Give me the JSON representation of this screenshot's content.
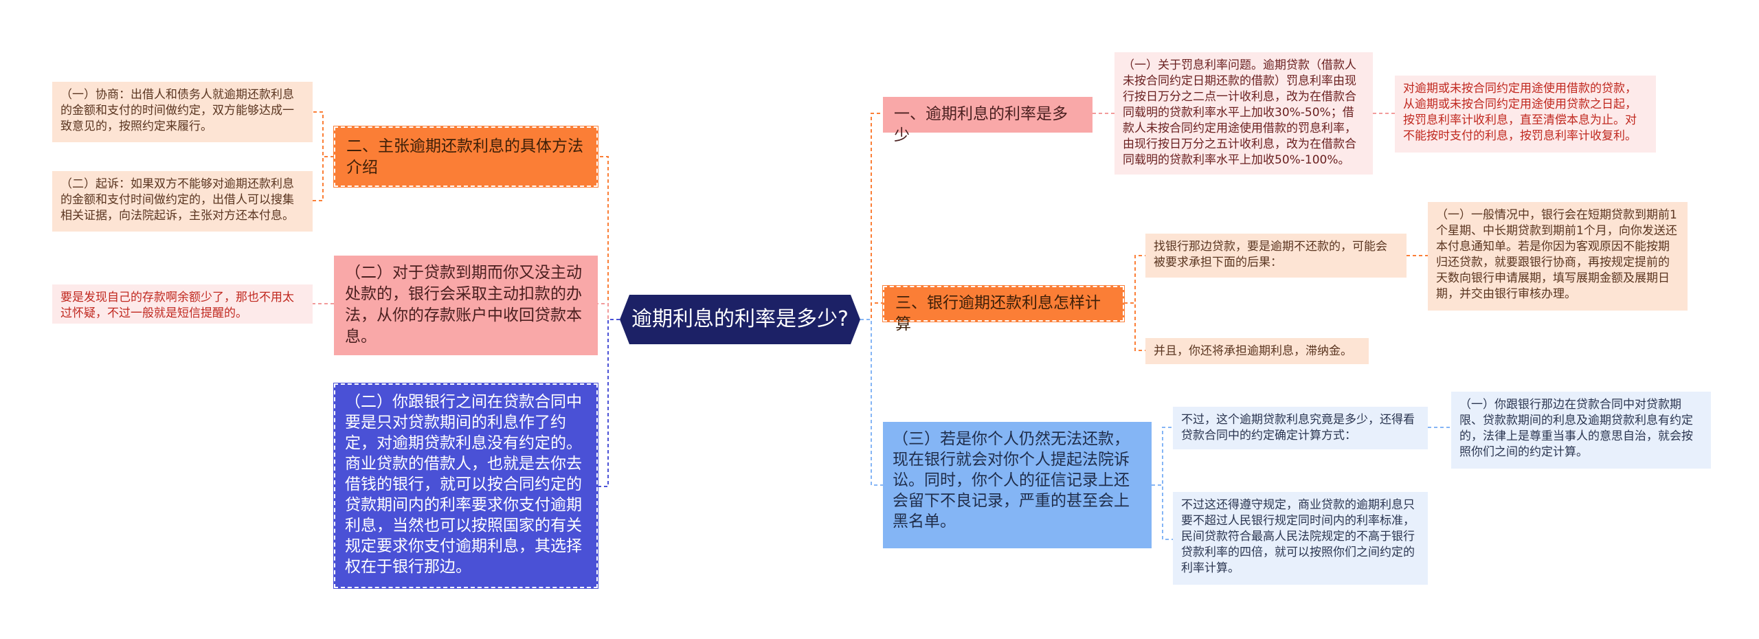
{
  "colors": {
    "center": "#1c2166",
    "orange": "#fb7e36",
    "pink": "#f9a8a8",
    "indigo": "#4a51d6",
    "blue": "#84b5f5",
    "leaf_peach": "#fde4d4",
    "leaf_pink": "#fdeaea",
    "leaf_blue": "#e8f0fc"
  },
  "center": {
    "title": "逾期利息的利率是多少?"
  },
  "left": {
    "method": {
      "label": "二、主张逾期还款利息的具体方法介绍",
      "children": [
        "（一）协商：出借人和债务人就逾期还款利息的金额和支付的时间做约定，双方能够达成一致意见的，按照约定来履行。",
        "（二）起诉：如果双方不能够对逾期还款利息的金额和支付时间做约定的，出借人可以搜集相关证据，向法院起诉，主张对方还本付息。"
      ]
    },
    "auto_debit": {
      "label": "（二）对于贷款到期而你又没主动处款的，银行会采取主动扣款的办法，从你的存款账户中收回贷款本息。",
      "children": [
        "要是发现自己的存款啊余额少了，那也不用太过怀疑，不过一般就是短信提醒的。"
      ]
    },
    "contract": {
      "label": "（二）你跟银行之间在贷款合同中要是只对贷款期间的利息作了约定，对逾期贷款利息没有约定的。商业贷款的借款人，也就是去你去借钱的银行，就可以按合同约定的贷款期间内的利率要求你支付逾期利息，当然也可以按照国家的有关规定要求你支付逾期利息，其选择权在于银行那边。"
    }
  },
  "right": {
    "rate": {
      "label": "一、逾期利息的利率是多少",
      "child": "（一）关于罚息利率问题。逾期贷款（借款人未按合同约定日期还款的借款）罚息利率由现行按日万分之二点一计收利息，改为在借款合同载明的贷款利率水平上加收30%-50%；借款人未按合同约定用途使用借款的罚息利率，由现行按日万分之五计收利息，改为在借款合同载明的贷款利率水平上加收50%-100%。",
      "grandchild": "对逾期或未按合同约定用途使用借款的贷款，从逾期或未按合同约定用途使用贷款之日起，按罚息利率计收利息，直至清偿本息为止。对不能按时支付的利息，按罚息利率计收复利。"
    },
    "calc": {
      "label": "三、银行逾期还款利息怎样计算",
      "child1": "找银行那边贷款，要是逾期不还款的，可能会被要求承担下面的后果：",
      "grandchild": "（一）一般情况中，银行会在短期贷款到期前1个星期、中长期贷款到期前1个月，向你发送还本付息通知单。若是你因为客观原因不能按期归还贷款，就要跟银行协商，再按规定提前的天数向银行申请展期，填写展期金额及展期日期，并交由银行审核办理。",
      "child2": "并且，你还将承担逾期利息，滞纳金。"
    },
    "credit": {
      "label": "（三）若是你个人仍然无法还款，现在银行就会对你个人提起法院诉讼。同时，你个人的征信记录上还会留下不良记录，严重的甚至会上黑名单。",
      "child1": "不过，这个逾期贷款利息究竟是多少，还得看贷款合同中的约定确定计算方式：",
      "grandchild": "（一）你跟银行那边在贷款合同中对贷款期限、贷款款期间的利息及逾期贷款利息有约定的，法律上是尊重当事人的意思自治，就会按照你们之间的约定计算。",
      "child2": "不过这还得遵守规定，商业贷款的逾期利息只要不超过人民银行规定同时间内的利率标准，民间贷款符合最高人民法院规定的不高于银行贷款利率的四倍，就可以按照你们之间约定的利率计算。"
    }
  }
}
